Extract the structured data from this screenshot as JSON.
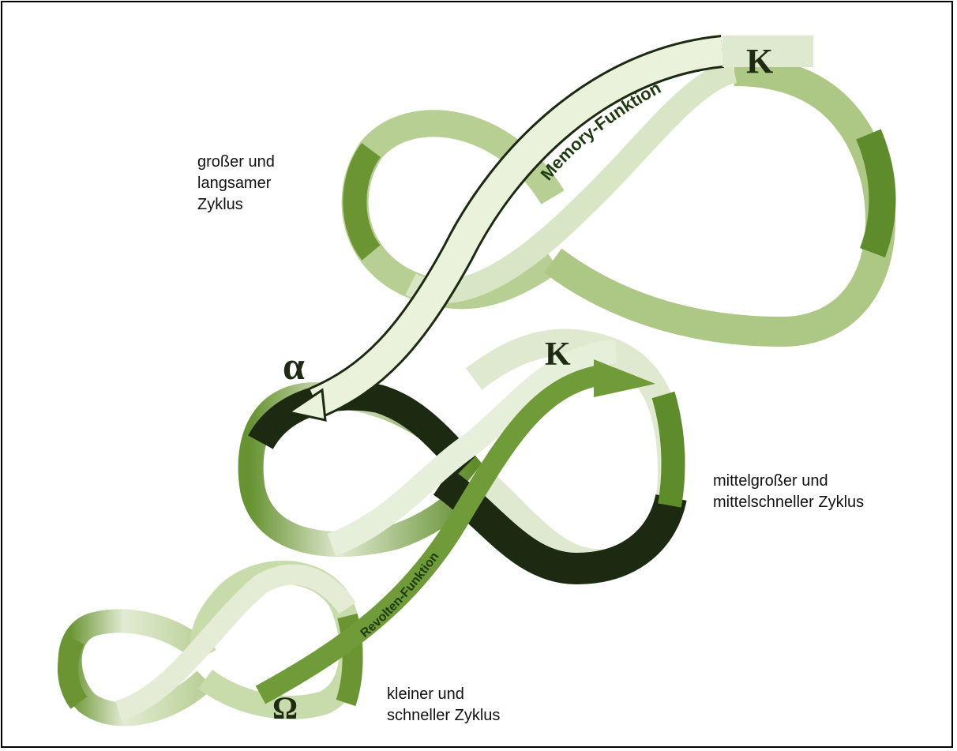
{
  "labels": {
    "large_cycle": "großer und\nlangsamer\nZyklus",
    "medium_cycle": "mittelgroßer und\nmittelschneller Zyklus",
    "small_cycle": "kleiner und\nschneller Zyklus"
  },
  "symbols": {
    "k_large": "K",
    "k_medium": "K",
    "alpha": "α",
    "omega": "Ω"
  },
  "arrows": {
    "memory": "Memory-Funktion",
    "revolt": "Revolten-Funktion"
  },
  "colors": {
    "band_light": "#e6efd9",
    "band_mid": "#b4cd8d",
    "band_dark": "#6c9533",
    "band_black": "#1c2a12",
    "arrow_fill": "#eaf2dc",
    "revolt_fill": "#6f9c38"
  }
}
